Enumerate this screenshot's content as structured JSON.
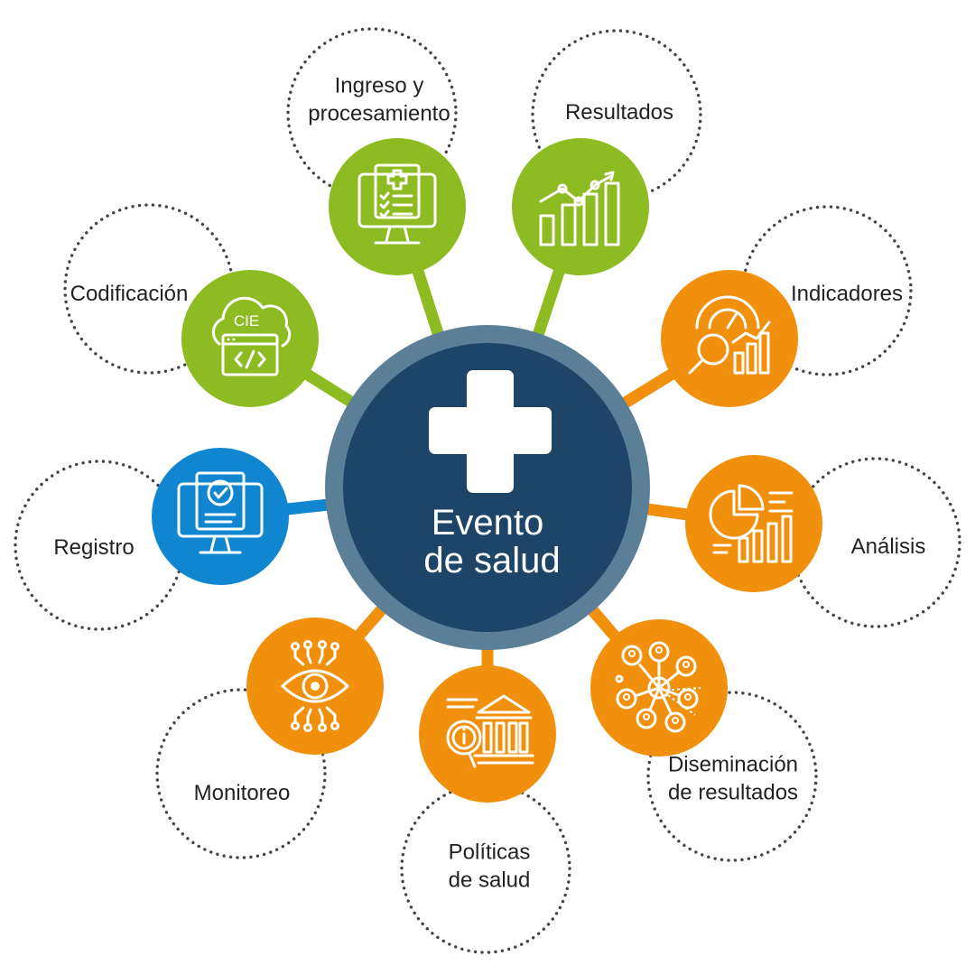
{
  "center": {
    "title_line1": "Evento",
    "title_line2": "de salud",
    "icon": "medical-cross-icon"
  },
  "colors": {
    "green": "#8dbb22",
    "orange": "#f0900c",
    "blue": "#0f86cf",
    "center_outer": "#5b7f97",
    "center_inner": "#1e4568",
    "dotted": "#444444"
  },
  "nodes": [
    {
      "id": "ingreso",
      "lines": [
        "Ingreso y",
        "procesamiento"
      ],
      "color": "green",
      "icon": "medical-record-monitor-icon"
    },
    {
      "id": "resultados",
      "lines": [
        "Resultados"
      ],
      "color": "green",
      "icon": "growth-chart-icon"
    },
    {
      "id": "indicadores",
      "lines": [
        "Indicadores"
      ],
      "color": "orange",
      "icon": "gauge-magnifier-chart-icon"
    },
    {
      "id": "analisis",
      "lines": [
        "Análisis"
      ],
      "color": "orange",
      "icon": "pie-bar-analysis-icon"
    },
    {
      "id": "diseminacion",
      "lines": [
        "Diseminación",
        "de resultados"
      ],
      "color": "orange",
      "icon": "network-people-icon"
    },
    {
      "id": "politicas",
      "lines": [
        "Políticas",
        "de salud"
      ],
      "color": "orange",
      "icon": "government-building-magnifier-icon"
    },
    {
      "id": "monitoreo",
      "lines": [
        "Monitoreo"
      ],
      "color": "orange",
      "icon": "eye-circuit-icon"
    },
    {
      "id": "registro",
      "lines": [
        "Registro"
      ],
      "color": "blue",
      "icon": "document-check-monitor-icon"
    },
    {
      "id": "codificacion",
      "lines": [
        "Codificación"
      ],
      "color": "green",
      "icon": "cloud-code-icon",
      "icon_text": "CIE"
    }
  ]
}
